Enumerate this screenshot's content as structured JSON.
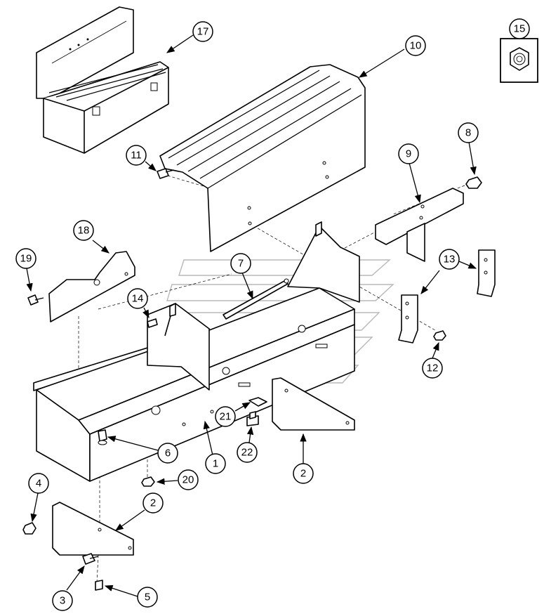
{
  "callouts": {
    "c1": "1",
    "c2a": "2",
    "c2b": "2",
    "c3": "3",
    "c4": "4",
    "c5": "5",
    "c6": "6",
    "c7": "7",
    "c8": "8",
    "c9": "9",
    "c10": "10",
    "c11": "11",
    "c12": "12",
    "c13": "13",
    "c14": "14",
    "c15": "15",
    "c17": "17",
    "c18": "18",
    "c19": "19",
    "c20": "20",
    "c21": "21",
    "c22": "22"
  },
  "colors": {
    "line": "#000000",
    "paper": "#ffffff",
    "watermark": "#b8b8b8"
  }
}
